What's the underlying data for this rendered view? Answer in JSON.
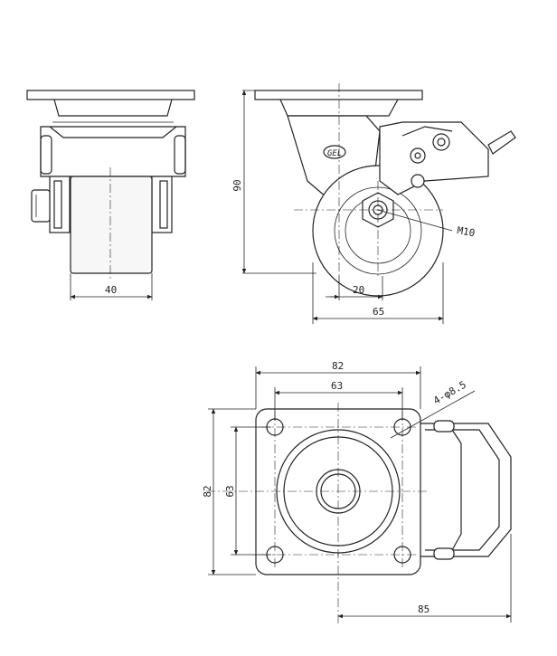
{
  "dimensions": {
    "wheel_width": "40",
    "height": "90",
    "bolt": "M10",
    "offset": "20",
    "wheel_diameter": "65",
    "plate_width_top": "82",
    "hole_spacing_top": "63",
    "hole_spec": "4-φ8.5",
    "plate_height_left": "82",
    "hole_spacing_left": "63",
    "overall_length": "85"
  },
  "logo_text": "GEL"
}
